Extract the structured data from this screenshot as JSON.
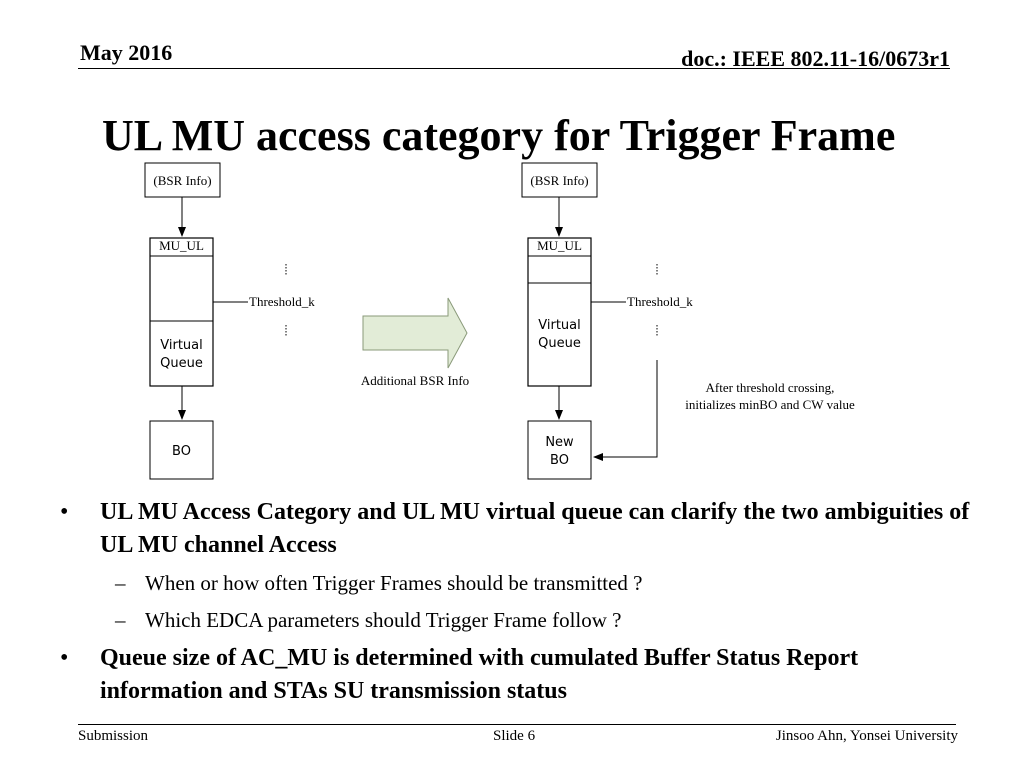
{
  "header": {
    "date": "May 2016",
    "doc": "doc.: IEEE 802.11-16/0673r1"
  },
  "title": "UL MU access category for Trigger Frame",
  "diagram": {
    "left": {
      "bsr_info": "(BSR Info)",
      "queue_label": "MU_UL",
      "threshold": "Threshold_k",
      "virtual_queue": [
        "Virtual",
        "Queue"
      ],
      "bo": "BO"
    },
    "arrow_label": "Additional BSR Info",
    "right": {
      "bsr_info": "(BSR Info)",
      "queue_label": "MU_UL",
      "threshold": "Threshold_k",
      "virtual_queue": [
        "Virtual",
        "Queue"
      ],
      "bo": [
        "New",
        "BO"
      ],
      "note": [
        "After threshold crossing,",
        "initializes minBO and CW value"
      ]
    }
  },
  "bullets": [
    {
      "text": "UL MU Access Category and UL MU virtual queue can clarify the two ambiguities of UL MU channel Access",
      "sub": [
        "When or how often Trigger Frames should be transmitted ?",
        "Which EDCA parameters should Trigger Frame follow ?"
      ]
    },
    {
      "text": "Queue size of AC_MU is determined with cumulated Buffer Status Report information and STAs SU transmission status",
      "sub": []
    }
  ],
  "footer": {
    "left": "Submission",
    "center": "Slide 6",
    "right": "Jinsoo Ahn, Yonsei University"
  },
  "colors": {
    "arrow_fill": "#e2ecd7",
    "arrow_stroke": "#8a9a7a"
  }
}
